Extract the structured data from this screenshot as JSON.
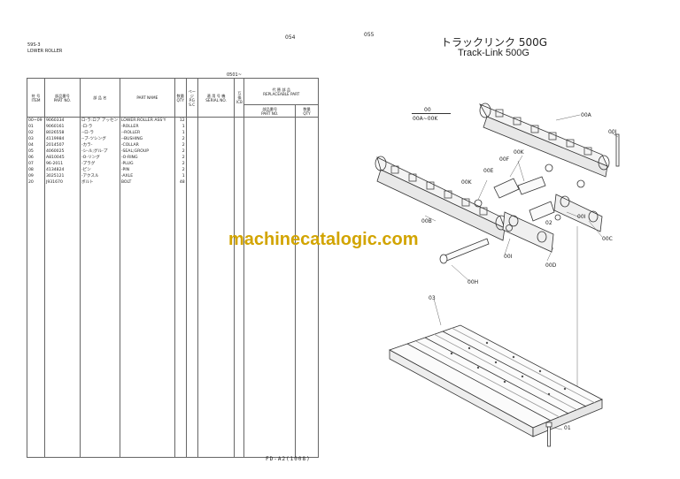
{
  "left_page": {
    "page_number": "054",
    "section_code": "59S-3",
    "section_name": "LOWER ROLLER",
    "group_code": "0501~",
    "columns": {
      "item": [
        "符 号",
        "ITEM"
      ],
      "part_no": [
        "部品番号",
        "PART NO."
      ],
      "name_jp": "部 品 名",
      "part_name": "PART NAME",
      "qty": [
        "数量",
        "QTY"
      ],
      "page": [
        "ページ",
        "P.G",
        "S.C"
      ],
      "serial": [
        "適 用 号 機",
        "SERIAL NO."
      ],
      "interchange": [
        "互",
        "換",
        "ICB"
      ],
      "replaceable_jp": "代 替 部 品",
      "replaceable": "REPLACEABLE PART",
      "rp_part_no": [
        "部品番号",
        "PART NO."
      ],
      "rp_qty": [
        "数量",
        "QTY"
      ]
    },
    "rows": [
      {
        "item": "00~09",
        "part_no": "9060334",
        "name_jp": "ロ-ラ:ロア アッセン",
        "part_name": "LOWER:ROLLER ASS'Y",
        "qty": "12"
      },
      {
        "item": "01",
        "part_no": "9060161",
        "name_jp": "-ロ-ラ",
        "part_name": "-ROLLER",
        "qty": "1"
      },
      {
        "item": "02",
        "part_no": "8026558",
        "name_jp": "--ロ-ラ",
        "part_name": "--ROLLER",
        "qty": "1"
      },
      {
        "item": "03",
        "part_no": "4119984",
        "name_jp": "--ブ-ツシング",
        "part_name": "--BUSHING",
        "qty": "2"
      },
      {
        "item": "04",
        "part_no": "2014507",
        "name_jp": "-カラ-",
        "part_name": "-COLLAR",
        "qty": "2"
      },
      {
        "item": "05",
        "part_no": "4060025",
        "name_jp": "-シ-ル;グル-プ",
        "part_name": "-SEAL;GROUP",
        "qty": "2"
      },
      {
        "item": "06",
        "part_no": "A810045",
        "name_jp": "-O-リング",
        "part_name": "-O-RING",
        "qty": "2"
      },
      {
        "item": "07",
        "part_no": "96-2011",
        "name_jp": "-プラグ",
        "part_name": "-PLUG",
        "qty": "2"
      },
      {
        "item": "08",
        "part_no": "4134824",
        "name_jp": "-ピン",
        "part_name": "-PIN",
        "qty": "2"
      },
      {
        "item": "09",
        "part_no": "3025121",
        "name_jp": "-アクスル",
        "part_name": "-AXLE",
        "qty": "1"
      },
      {
        "item": "20",
        "part_no": "J931670",
        "name_jp": "ボルト",
        "part_name": "BOLT",
        "qty": "48"
      }
    ]
  },
  "right_page": {
    "page_number": "055",
    "title_jp": "トラックリンク 500G",
    "title_en": "Track-Link 500G",
    "assembly_label": "00",
    "assembly_range": "00A~00K",
    "callouts": [
      "00A",
      "00J",
      "00K",
      "00F",
      "00E",
      "00K",
      "00B",
      "00C",
      "02",
      "00I",
      "00I",
      "00D",
      "00H",
      "03",
      "01"
    ],
    "footer_code": "FD-A2(1008)"
  },
  "watermark": "machinecatalogic.com"
}
